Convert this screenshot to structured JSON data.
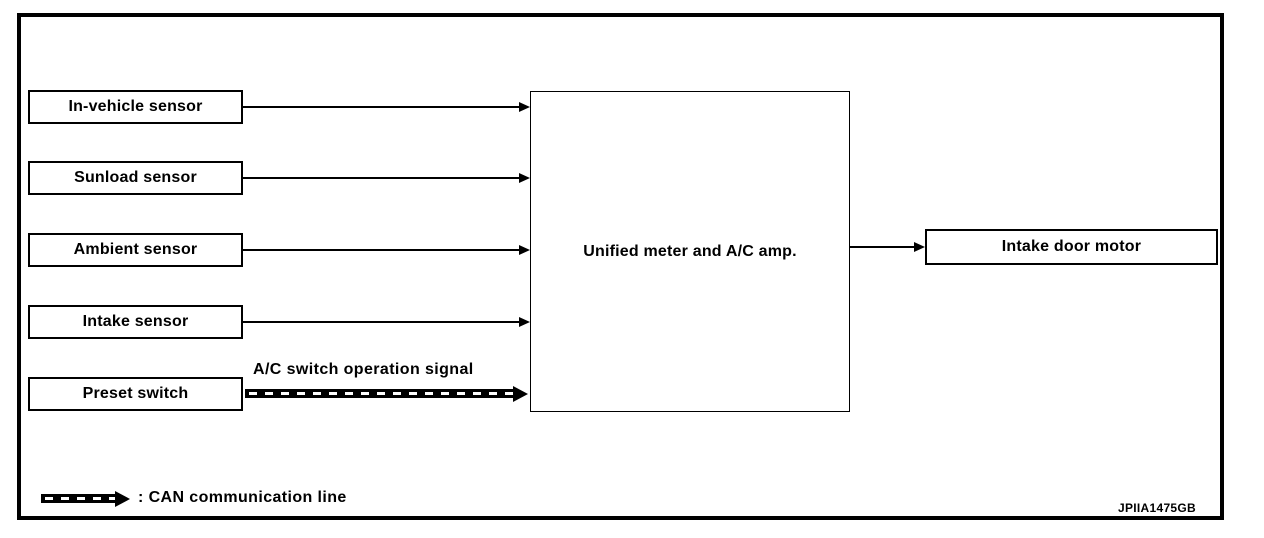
{
  "diagram": {
    "inputs": [
      {
        "label": "In-vehicle sensor"
      },
      {
        "label": "Sunload sensor"
      },
      {
        "label": "Ambient sensor"
      },
      {
        "label": "Intake sensor"
      },
      {
        "label": "Preset switch"
      }
    ],
    "center": {
      "label": "Unified meter and A/C amp."
    },
    "output": {
      "label": "Intake door motor"
    },
    "can_signal_label": "A/C switch operation signal",
    "connections": [
      {
        "from": "In-vehicle sensor",
        "to": "Unified meter and A/C amp.",
        "type": "solid-arrow"
      },
      {
        "from": "Sunload sensor",
        "to": "Unified meter and A/C amp.",
        "type": "solid-arrow"
      },
      {
        "from": "Ambient sensor",
        "to": "Unified meter and A/C amp.",
        "type": "solid-arrow"
      },
      {
        "from": "Intake sensor",
        "to": "Unified meter and A/C amp.",
        "type": "solid-arrow"
      },
      {
        "from": "Preset switch",
        "to": "Unified meter and A/C amp.",
        "type": "can-communication-line",
        "label": "A/C switch operation signal"
      },
      {
        "from": "Unified meter and A/C amp.",
        "to": "Intake door motor",
        "type": "solid-arrow"
      }
    ],
    "legend": {
      "label": ": CAN communication line"
    },
    "figure_code": "JPIIA1475GB",
    "colors": {
      "line": "#000000",
      "background": "#ffffff"
    }
  }
}
